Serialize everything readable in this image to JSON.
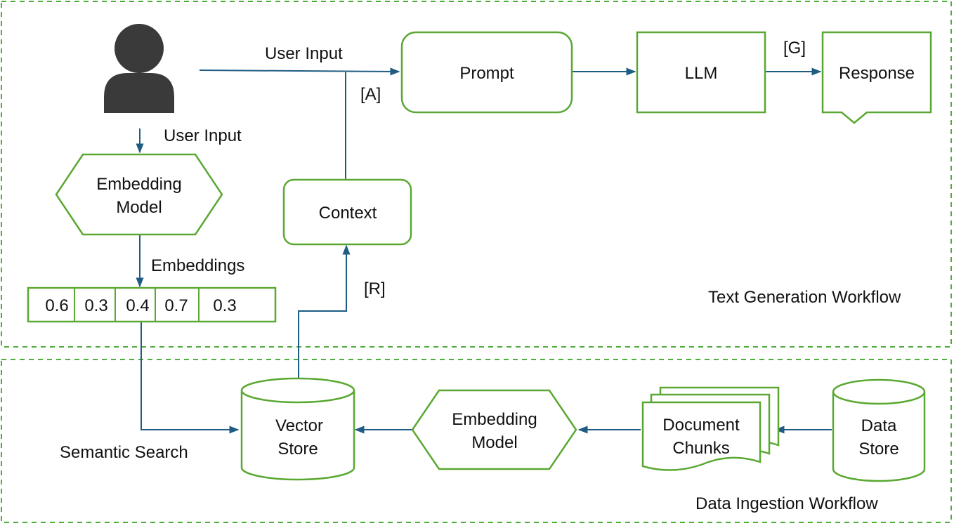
{
  "workflows": {
    "text_generation": "Text Generation Workflow",
    "data_ingestion": "Data Ingestion Workflow"
  },
  "labels": {
    "user_input_top": "User Input",
    "user_input_side": "User Input",
    "a": "[A]",
    "g": "[G]",
    "r": "[R]",
    "embeddings": "Embeddings",
    "semantic_search": "Semantic Search"
  },
  "nodes": {
    "prompt": "Prompt",
    "llm": "LLM",
    "response": "Response",
    "context": "Context",
    "embedding_model_top": [
      "Embedding",
      "Model"
    ],
    "embedding_model_bottom": [
      "Embedding",
      "Model"
    ],
    "vector_store": [
      "Vector",
      "Store"
    ],
    "document_chunks": [
      "Document",
      "Chunks"
    ],
    "data_store": [
      "Data",
      "Store"
    ]
  },
  "embedding_vector": [
    "0.6",
    "0.3",
    "0.4",
    "0.7",
    "0.3"
  ],
  "icons": {
    "user": "user-icon"
  },
  "colors": {
    "shape_stroke": "#5aa832",
    "arrow": "#1f5c84",
    "person": "#3a3a3a"
  }
}
